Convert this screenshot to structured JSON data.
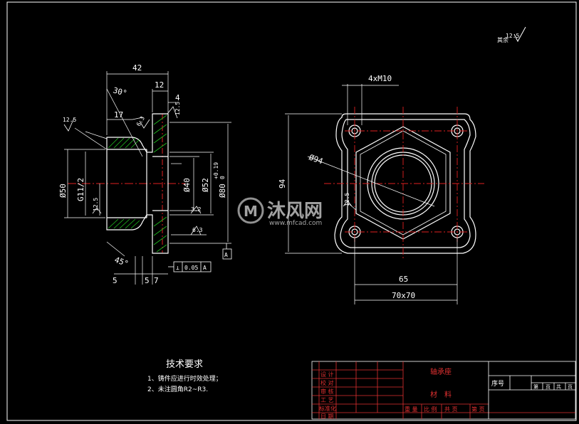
{
  "drawing": {
    "roughness_note": "其余",
    "roughness_val": "12.5"
  },
  "left_view": {
    "dims": {
      "len_42": "42",
      "len_12": "12",
      "len_4": "4",
      "len_17": "17",
      "angle_30": "30°",
      "angle_45": "45°",
      "dia_50": "Ø50",
      "thread": "G11/2",
      "dia_40": "Ø40",
      "dia_52": "Ø52",
      "dia_80": "Ø80",
      "tol_upper": "+0.19",
      "tol_lower": "0",
      "bottom_5a": "5",
      "bottom_5b": "5",
      "bottom_7": "7",
      "r_12_5a": "12.5",
      "r_12_5b": "12.5",
      "r_12_5c": "12.5",
      "r_6_3a": "6.3",
      "r_6_3b": "6.3",
      "r_3_2": "3.2",
      "tol_frame_sym": "⊥",
      "tol_frame_val": "0.05",
      "tol_frame_ref": "A",
      "datum": "A"
    }
  },
  "right_view": {
    "dims": {
      "bolts": "4xM10",
      "dia_94": "Ø94",
      "h_94": "94",
      "w_65": "65",
      "w_70": "70x70",
      "r_12_5": "12.5"
    }
  },
  "watermark": {
    "brand": "沐风网",
    "url": "www.mfcad.com"
  },
  "tech_req": {
    "title": "技术要求",
    "items": [
      "1、铸件应进行时效处理；",
      "2、未注圆角R2~R3."
    ]
  },
  "title_block": {
    "part_name": "轴承座",
    "material_label": "材　料",
    "seq_label": "序号",
    "rows": [
      "设 计",
      "校 对",
      "审 核",
      "工 艺",
      "标准化",
      "日 期"
    ],
    "bottom": [
      "重 量",
      "比 例",
      "共  页",
      "第  页"
    ],
    "right_cells": [
      "第",
      "页",
      "共",
      "页"
    ]
  },
  "colors": {
    "line": "#ffffff",
    "center": "#e02020",
    "hatch": "#20c020",
    "titleblock": "#e03030"
  }
}
